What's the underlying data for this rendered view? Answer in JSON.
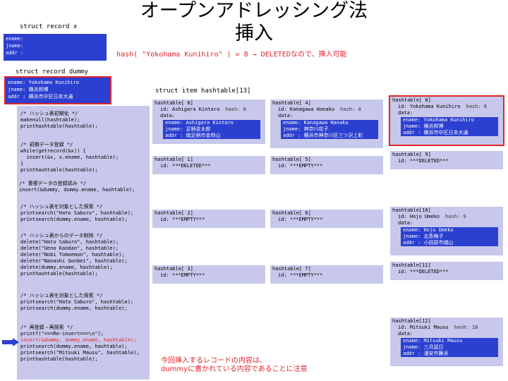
{
  "title": {
    "line1": "オープンアドレッシング法",
    "line2": "挿入"
  },
  "hash_line": "hash( \"Yokohama Kunihiro\" ) = 8 → DELETEDなので、挿入可能",
  "record_x": {
    "heading": "struct record x",
    "fields": [
      "ename:",
      "jname:",
      "addr :"
    ]
  },
  "record_dummy": {
    "heading": "struct record dummy",
    "fields": [
      "ename: Yokohama Kunihiro",
      "jname: 横浜邦博",
      "addr : 横浜市中区日本大通"
    ]
  },
  "table_heading": "struct item hashtable[13]",
  "code": {
    "blocks": [
      {
        "lines": [
          "/* ハッシュ表初期化 */",
          "makenull(hashtable);",
          "printhashtable(hashtable);"
        ]
      },
      {
        "lines": [
          "/* 初期データ登録 */",
          "while(getrecord(&x)) {",
          "  insert(&x, x.ename, hashtable);",
          "}",
          "printhashtable(hashtable);"
        ]
      }
    ],
    "block3": [
      "/* 重複データの登録試み */",
      "insert(&dummy, dummy.ename, hashtable);"
    ],
    "block4": [
      "/* ハッシュ表を対象とした探索 */",
      "printsearch(\"Hato Saburo\", hashtable);",
      "printsearch(dummy.ename, hashtable);"
    ],
    "block5": [
      "/* ハッシュ表からのデータ削除 */",
      "delete(\"Hato Saburo\", hashtable);",
      "delete(\"Ueno Kandan\", hashtable);",
      "delete(\"Nobi Tomoemon\", hashtable);",
      "delete(\"Nanashi Gonbei\", hashtable);",
      "delete(dummy.ename, hashtable);",
      "printhashtable(hashtable);"
    ],
    "block6": [
      "/* ハッシュ表を対象とした探索 */",
      "printsearch(\"Hato Saburo\", hashtable);",
      "printsearch(dummy.ename, hashtable);"
    ],
    "block7": [
      "/* 再登録・再探索 */",
      "printf(\"===Re-insert===\\n\");",
      "insert(&dummy, dummy.ename, hashtable);",
      "printsearch(dummy.ename, hashtable);",
      "printsearch(\"Mitsuki Mausu\", hashtable);",
      "printhashtable(hashtable);"
    ]
  },
  "cells": {
    "c0": {
      "title": "hashtable[ 0]",
      "id": "id: Ashigara Kintaro",
      "hash": "hash: 0",
      "data": "data:",
      "sub": [
        "ename: Ashigara Kintaro",
        "jname: 足柄金太郎",
        "addr : 南足柄市金時山"
      ]
    },
    "c1": {
      "title": "hashtable[ 1]",
      "id": "id: ***DELETED***"
    },
    "c2": {
      "title": "hashtable[ 2]",
      "id": "id: ***EMPTY***"
    },
    "c3": {
      "title": "hashtable[ 3]",
      "id": "id: ***EMPTY***"
    },
    "c4": {
      "title": "hashtable[ 4]",
      "id": "id: Kanagawa Hanako",
      "hash": "hash: 4",
      "data": "data:",
      "sub": [
        "ename: Kanagawa Hanako",
        "jname: 神奈川花子",
        "addr : 横浜市神奈川区三ツ沢上町"
      ]
    },
    "c5": {
      "title": "hashtable[ 5]",
      "id": "id: ***EMPTY***"
    },
    "c6": {
      "title": "hashtable[ 6]",
      "id": "id: ***EMPTY***"
    },
    "c7": {
      "title": "hashtable[ 7]",
      "id": "id: ***EMPTY***"
    },
    "c8": {
      "title": "hashtable[ 8]",
      "id": "id: Yokohama Kunihiro",
      "hash": "hash: 8",
      "data": "data:",
      "sub": [
        "ename: Yokohama Kunihiro",
        "jname: 横浜邦博",
        "addr : 横浜市中区日本大通"
      ]
    },
    "c9": {
      "title": "hashtable[ 9]",
      "id": "id: ***DELETED***"
    },
    "c10": {
      "title": "hashtable[10]",
      "id": "id: Hojo Umeko",
      "hash": "hash: 9",
      "data": "data:",
      "sub": [
        "ename: Hojo Umeko",
        "jname: 北条梅子",
        "addr : 小田原市城山"
      ]
    },
    "c11": {
      "title": "hashtable[11]",
      "id": "id: ***DELETED***"
    },
    "c12": {
      "title": "hashtable[12]",
      "id": "id: Mitsuki Mausu",
      "hash": "hash: 10",
      "data": "data:",
      "sub": [
        "ename: Mitsuki Mausu",
        "jname: 三月鼠日",
        "addr : 浦安市舞浜"
      ]
    }
  },
  "note": {
    "line1": "今回挿入するレコードの内容は、",
    "line2": "dummyに書かれている内容であることに注意"
  },
  "colors": {
    "lavender": "#c8c8ec",
    "blue": "#2b3fd0",
    "red": "#e0252b"
  }
}
